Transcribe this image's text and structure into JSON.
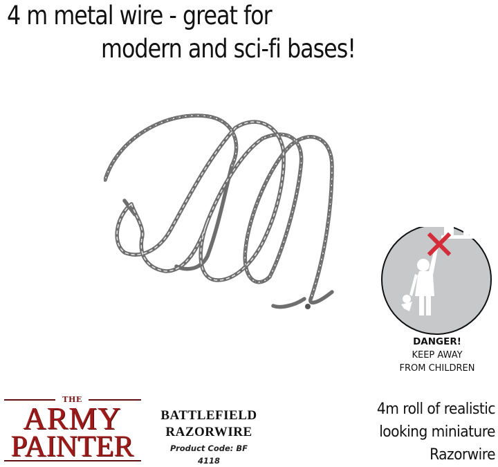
{
  "headline": {
    "line1": "4 m metal wire - great for",
    "line2": "modern and sci-fi bases!"
  },
  "product_image": {
    "subject": "coiled-razorwire",
    "color": "#7a7a7a"
  },
  "warning": {
    "icon": "keep-away-from-children-icon",
    "circle_color": "#c7c8ca",
    "cross_color": "#d42d3a",
    "title": "DANGER!",
    "line1": "KEEP AWAY",
    "line2": "FROM CHILDREN"
  },
  "brand": {
    "the": "THE",
    "army": "ARMY",
    "painter": "PAINTER",
    "color": "#9b1b1b"
  },
  "product": {
    "name_line1": "BATTLEFIELD",
    "name_line2": "RAZORWIRE",
    "code": "Product Code: BF 4118"
  },
  "description": {
    "line1": "4m roll of realistic",
    "line2": "looking miniature",
    "line3": "Razorwire"
  }
}
